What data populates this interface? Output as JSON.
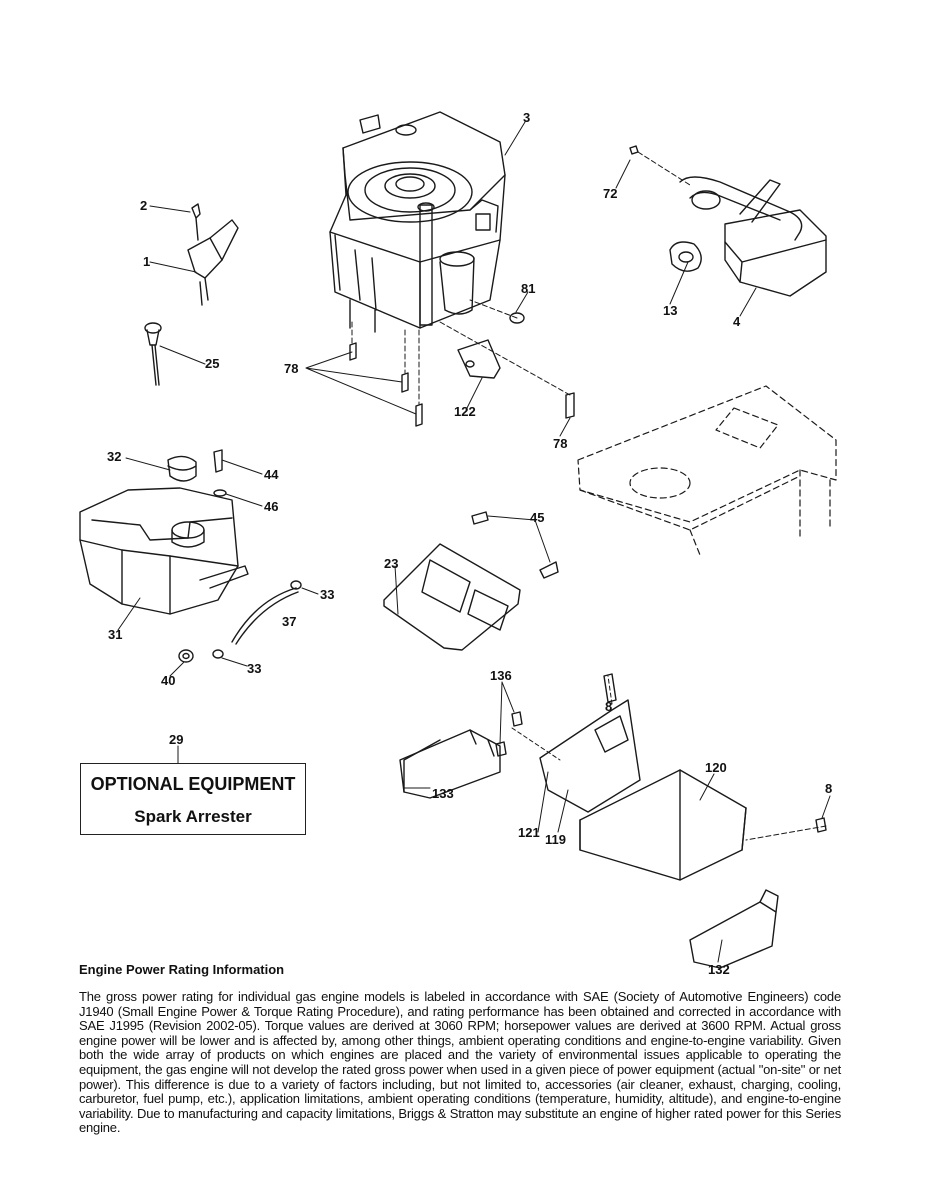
{
  "callouts": {
    "c3": "3",
    "c72": "72",
    "c2": "2",
    "c1": "1",
    "c81": "81",
    "c13": "13",
    "c4": "4",
    "c25": "25",
    "c78a": "78",
    "c122": "122",
    "c78b": "78",
    "c32": "32",
    "c44": "44",
    "c46": "46",
    "c45": "45",
    "c23": "23",
    "c33a": "33",
    "c37": "37",
    "c31": "31",
    "c33b": "33",
    "c40": "40",
    "c136": "136",
    "c8a": "8",
    "c29": "29",
    "c120": "120",
    "c8b": "8",
    "c133": "133",
    "c121": "121",
    "c119": "119",
    "c132": "132"
  },
  "optional_box": {
    "title": "OPTIONAL EQUIPMENT",
    "subtitle": "Spark Arrester"
  },
  "info": {
    "heading": "Engine Power Rating Information",
    "body": "The gross power rating for individual gas engine models is labeled in accordance with SAE (Society of Automotive Engineers) code J1940 (Small Engine Power & Torque Rating Procedure), and rating performance has been obtained and corrected in accordance with SAE J1995 (Revision 2002-05). Torque values are derived at 3060 RPM; horsepower values are derived at 3600 RPM. Actual gross engine power will be lower and is affected by, among other things, ambient operating conditions and engine-to-engine variability. Given both the wide array of products on which engines are placed and the variety of environmental issues applicable to operating the equipment, the gas engine will not develop the rated gross power when used in a given piece of power equipment (actual \"on-site\" or net power). This difference is due to a variety of factors including, but not limited to, accessories (air cleaner, exhaust, charging, cooling, carburetor, fuel pump, etc.), application limitations, ambient operating conditions (temperature, humidity, altitude), and engine-to-engine variability. Due to manufacturing and capacity limitations, Briggs & Stratton may substitute an engine of higher rated power for this Series engine."
  }
}
